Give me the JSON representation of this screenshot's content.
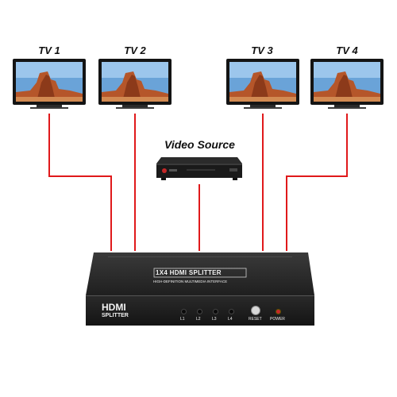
{
  "tvs": [
    {
      "label": "TV 1"
    },
    {
      "label": "TV 2"
    },
    {
      "label": "TV 3"
    },
    {
      "label": "TV 4"
    }
  ],
  "source": {
    "label": "Video Source"
  },
  "splitter": {
    "title": "1X4 HDMI SPLITTER",
    "subtitle": "HIGH-DEFINITION MULTIMEDIA INTERFACE",
    "brand_line1": "HDMI",
    "brand_line2": "SPLITTER",
    "leds": [
      "L1",
      "L2",
      "L3",
      "L4"
    ],
    "reset_label": "RESET",
    "power_label": "POWER"
  },
  "colors": {
    "cable": "#e0191b",
    "device": "#1e1e1e",
    "power_led": "#c62828"
  }
}
